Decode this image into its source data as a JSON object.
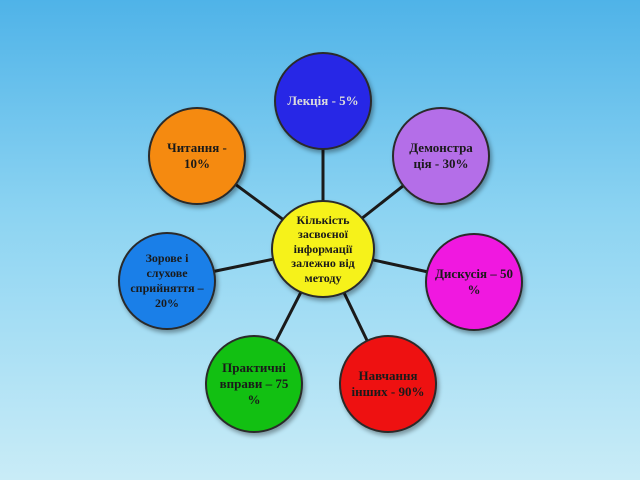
{
  "center": {
    "label": "Кількість засвоєної інформації залежно від методу"
  },
  "nodes": {
    "lecture": {
      "label": "Лекція - 5%"
    },
    "demo": {
      "label": "Демонстра ція - 30%"
    },
    "discuss": {
      "label": "Дискусія – 50 %"
    },
    "teach": {
      "label": "Навчання інших - 90%"
    },
    "practice": {
      "label": "Практичні вправи – 75 %"
    },
    "visual": {
      "label": "Зорове і слухове сприйняття – 20%"
    },
    "reading": {
      "label": "Читання - 10%"
    }
  },
  "colors": {
    "center": "#f6f21a",
    "lecture": "#2727e6",
    "demo": "#b46ee8",
    "discuss": "#f018e0",
    "teach": "#ee1111",
    "practice": "#12c012",
    "visual": "#1a7fe8",
    "reading": "#f58a10"
  }
}
